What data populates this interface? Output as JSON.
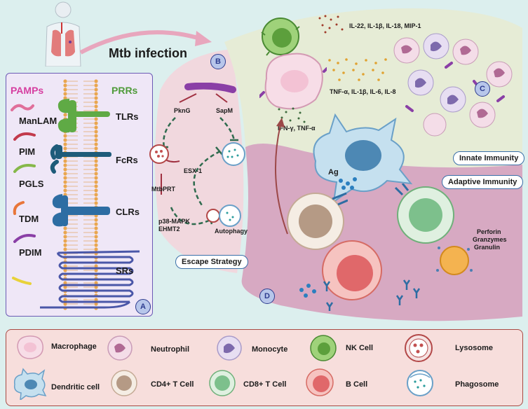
{
  "infection_label": "Mtb infection",
  "panel_a": {
    "badge": "A",
    "pamps_header": "PAMPs",
    "prrs_header": "PRRs",
    "pamps": [
      "ManLAM",
      "PIM",
      "PGLS",
      "TDM",
      "PDIM"
    ],
    "prrs": [
      "TLRs",
      "FcRs",
      "CLRs",
      "SRs"
    ]
  },
  "panel_b": {
    "badge": "B",
    "nodes": {
      "pkng": "PknG",
      "sapm": "SapM",
      "esx1": "ESX-1",
      "mtbprt": "MtbPRT",
      "p38": "p38-MAPK",
      "ehmt2": "EHMT2",
      "autophagy": "Autophagy"
    },
    "escape_label": "Escape Strategy"
  },
  "panel_c": {
    "badge": "C",
    "cytokines_1": "IL-22, IL-1β, IL-18, MIP-1",
    "cytokines_2": "TNF-α, IL-1β, IL-6, IL-8",
    "cytokines_3": "IFN-γ, TNF-α",
    "innate_label": "Innate Immunity"
  },
  "panel_d": {
    "badge": "D",
    "adaptive_label": "Adaptive Immunity",
    "antigen_label": "Ag",
    "effectors": [
      "Perforin",
      "Granzymes",
      "Granulin"
    ]
  },
  "legend": [
    {
      "label": "Macrophage",
      "icon": "macrophage-icon"
    },
    {
      "label": "Neutrophil",
      "icon": "neutrophil-icon"
    },
    {
      "label": "Monocyte",
      "icon": "monocyte-icon"
    },
    {
      "label": "NK Cell",
      "icon": "nk-cell-icon"
    },
    {
      "label": "Lysosome",
      "icon": "lysosome-icon"
    },
    {
      "label": "Dendritic cell",
      "icon": "dendritic-cell-icon"
    },
    {
      "label": "CD4+ T Cell",
      "icon": "cd4-t-cell-icon"
    },
    {
      "label": "CD8+ T Cell",
      "icon": "cd8-t-cell-icon"
    },
    {
      "label": "B Cell",
      "icon": "b-cell-icon"
    },
    {
      "label": "Phagosome",
      "icon": "phagosome-icon"
    }
  ],
  "colors": {
    "background": "#dcefee",
    "pamps": "#d63ea0",
    "prrs": "#4f9b3a",
    "panel_b_fill": "#f1d8de",
    "innate_fill": "#e6ecd6",
    "adaptive_fill": "#d7a9c2",
    "legend_fill": "#f7dedc"
  }
}
